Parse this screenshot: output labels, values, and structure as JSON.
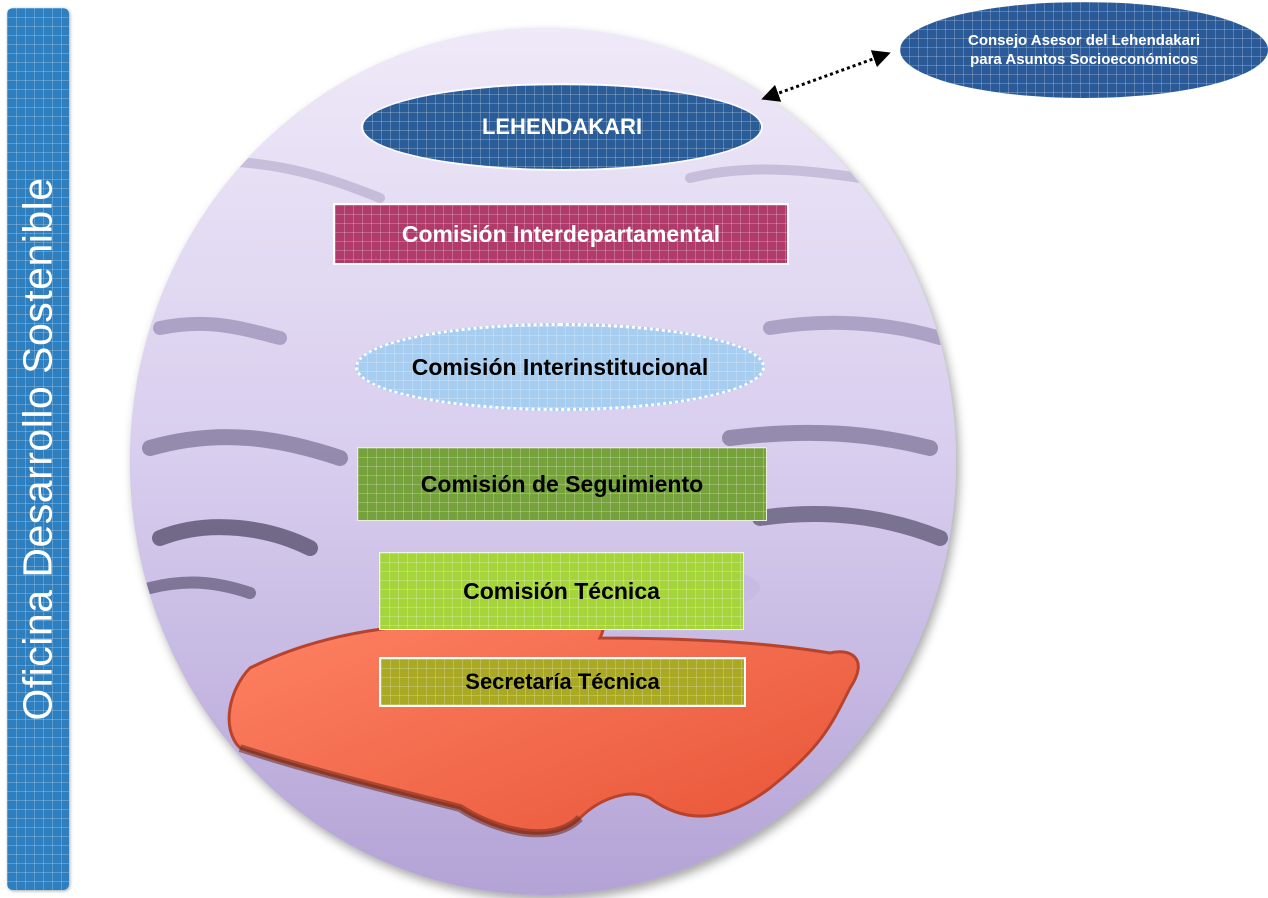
{
  "side_banner": {
    "label": "Oficina Desarrollo Sostenible"
  },
  "nodes": {
    "lehendakari": "LEHENDAKARI",
    "consejo": {
      "line1": "Consejo Asesor del Lehendakari",
      "line2": "para Asuntos Socioeconómicos"
    },
    "interdepartamental": "Comisión Interdepartamental",
    "interinstitucional": "Comisión Interinstitucional",
    "seguimiento": "Comisión de Seguimiento",
    "tecnica": "Comisión Técnica",
    "secretaria": "Secretaría Técnica"
  },
  "colors": {
    "banner": "#2e7fbf",
    "lehendakari": "#2a5c98",
    "interdepartamental": "#b03a69",
    "interinstitucional": "#a7cdf1",
    "seguimiento": "#76a23b",
    "tecnica": "#a6d53b",
    "secretaria": "#a9a924",
    "puzzle_piece": "#f26a4f"
  },
  "connector": {
    "style": "dotted",
    "arrowheads": "both"
  }
}
